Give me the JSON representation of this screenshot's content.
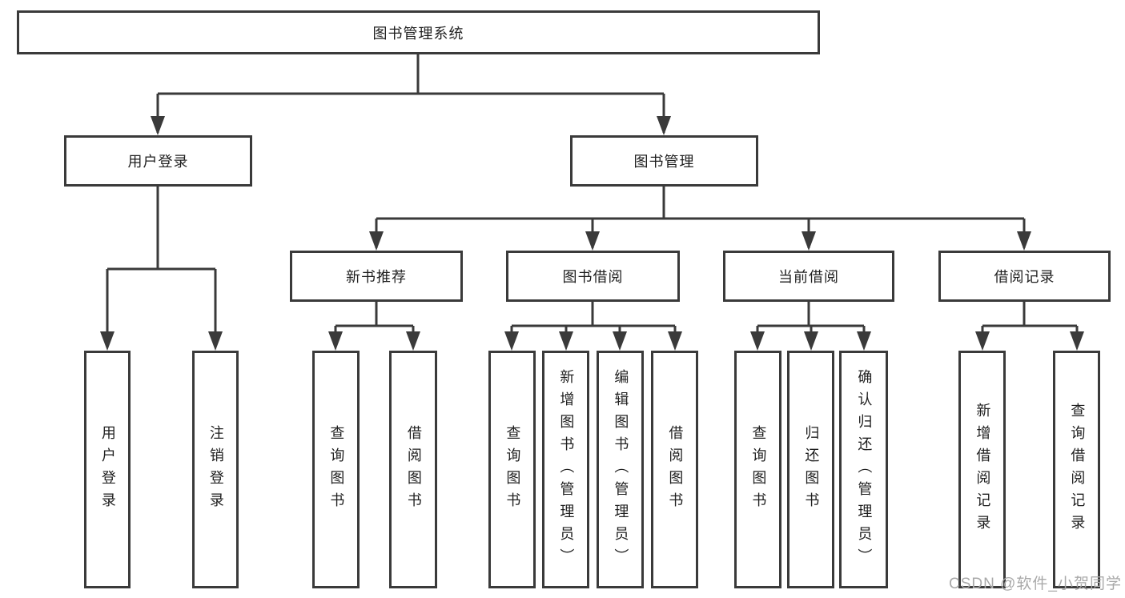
{
  "diagram": {
    "root": {
      "label": "图书管理系统"
    },
    "level2": {
      "user_login": {
        "label": "用户登录"
      },
      "book_management": {
        "label": "图书管理"
      }
    },
    "level3": {
      "new_book_recommend": {
        "label": "新书推荐"
      },
      "book_borrow": {
        "label": "图书借阅"
      },
      "current_borrow": {
        "label": "当前借阅"
      },
      "borrow_records": {
        "label": "借阅记录"
      }
    },
    "leaves": {
      "user_login_children": [
        "用户登录",
        "注销登录"
      ],
      "new_book_children": [
        "查询图书",
        "借阅图书"
      ],
      "book_borrow_children": [
        "查询图书",
        "新增图书（管理员）",
        "编辑图书（管理员）",
        "借阅图书"
      ],
      "current_borrow_children": [
        "查询图书",
        "归还图书",
        "确认归还（管理员）"
      ],
      "borrow_records_children": [
        "新增借阅记录",
        "查询借阅记录"
      ]
    },
    "watermark": "CSDN @软件_小贺同学",
    "colors": {
      "line": "#3a3a3a",
      "text": "#1f1f1f",
      "watermark": "#a9a9a9",
      "background": "#ffffff"
    }
  }
}
